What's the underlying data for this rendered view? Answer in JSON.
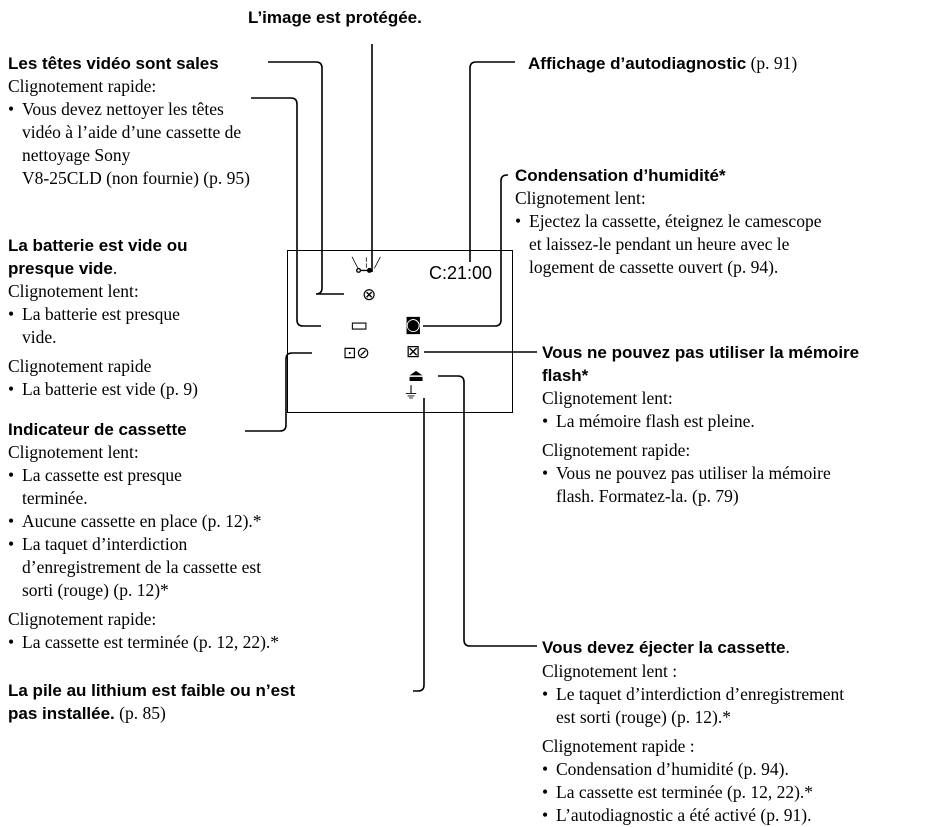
{
  "top_label": "L’image est protégée.",
  "heads": {
    "title": "Les têtes vidéo sont sales",
    "blink": "Clignotement rapide:",
    "lines": [
      "Vous devez nettoyer les têtes",
      "vidéo à l’aide d’une cassette de",
      "nettoyage Sony",
      "V8-25CLD (non fournie)  (p. 95)"
    ]
  },
  "battery": {
    "title1": "La batterie est vide ou",
    "title2": "presque vide",
    "title2_suffix": ".",
    "slow": "Clignotement lent:",
    "slow_lines": [
      "La batterie est presque",
      "vide."
    ],
    "fast": "Clignotement rapide",
    "fast_line": "La batterie est vide (p. 9)"
  },
  "cassette_indicator": {
    "title": "Indicateur de cassette",
    "slow": "Clignotement lent:",
    "item1": [
      "La cassette est presque",
      "terminée."
    ],
    "item2": "Aucune cassette en place (p. 12).*",
    "item3": [
      "La taquet d’interdiction",
      "d’enregistrement de la cassette est",
      "sorti (rouge) (p. 12)*"
    ],
    "fast": "Clignotement rapide:",
    "fast_line": "La cassette est terminée (p. 12, 22).*"
  },
  "lithium": {
    "title1": "La pile au lithium est faible ou n’est",
    "title2": "pas installée.",
    "ref": " (p. 85)"
  },
  "self_diag": {
    "title": "Affichage d’autodiagnostic",
    "ref": " (p. 91)"
  },
  "condensation": {
    "title": "Condensation d’humidité*",
    "slow": "Clignotement lent:",
    "lines": [
      "Ejectez la cassette, éteignez le camescope",
      "et laissez-le pendant un heure  avec le",
      "logement de cassette ouvert (p. 94)."
    ]
  },
  "flash": {
    "title1": "Vous ne pouvez pas utiliser la mémoire",
    "title2": "flash*",
    "slow": "Clignotement lent:",
    "slow_line": "La mémoire flash est pleine.",
    "fast": "Clignotement rapide:",
    "fast_lines": [
      "Vous ne pouvez pas utiliser la mémoire",
      "flash. Formatez-la. (p. 79)"
    ]
  },
  "eject": {
    "title": "Vous devez éjecter la cassette",
    "title_suffix": ".",
    "slow": "Clignotement lent :",
    "slow_lines": [
      "Le taquet d’interdiction d’enregistrement",
      "est sorti (rouge) (p. 12).*"
    ],
    "fast": "Clignotement rapide :",
    "fast_items": [
      "Condensation d’humidité (p. 94).",
      "La cassette est terminée (p. 12, 22).*",
      "L’autodiagnostic a été activé (p. 91)."
    ]
  },
  "screen": {
    "timecode": "C:21:00",
    "icons": [
      "key-icon",
      "heads-dirty-icon",
      "battery-icon",
      "condensation-icon",
      "cassette-icon",
      "flash-memory-icon",
      "eject-icon",
      "lithium-battery-icon"
    ]
  },
  "bullet": "•"
}
